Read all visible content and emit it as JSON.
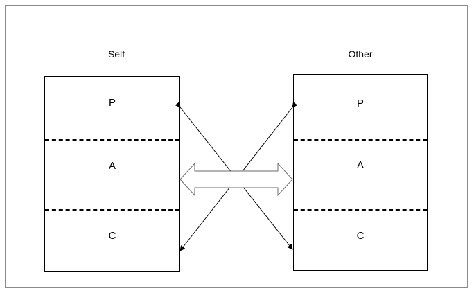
{
  "self": {
    "label": "Self",
    "states": [
      "P",
      "A",
      "C"
    ]
  },
  "other": {
    "label": "Other",
    "states": [
      "P",
      "A",
      "C"
    ]
  }
}
